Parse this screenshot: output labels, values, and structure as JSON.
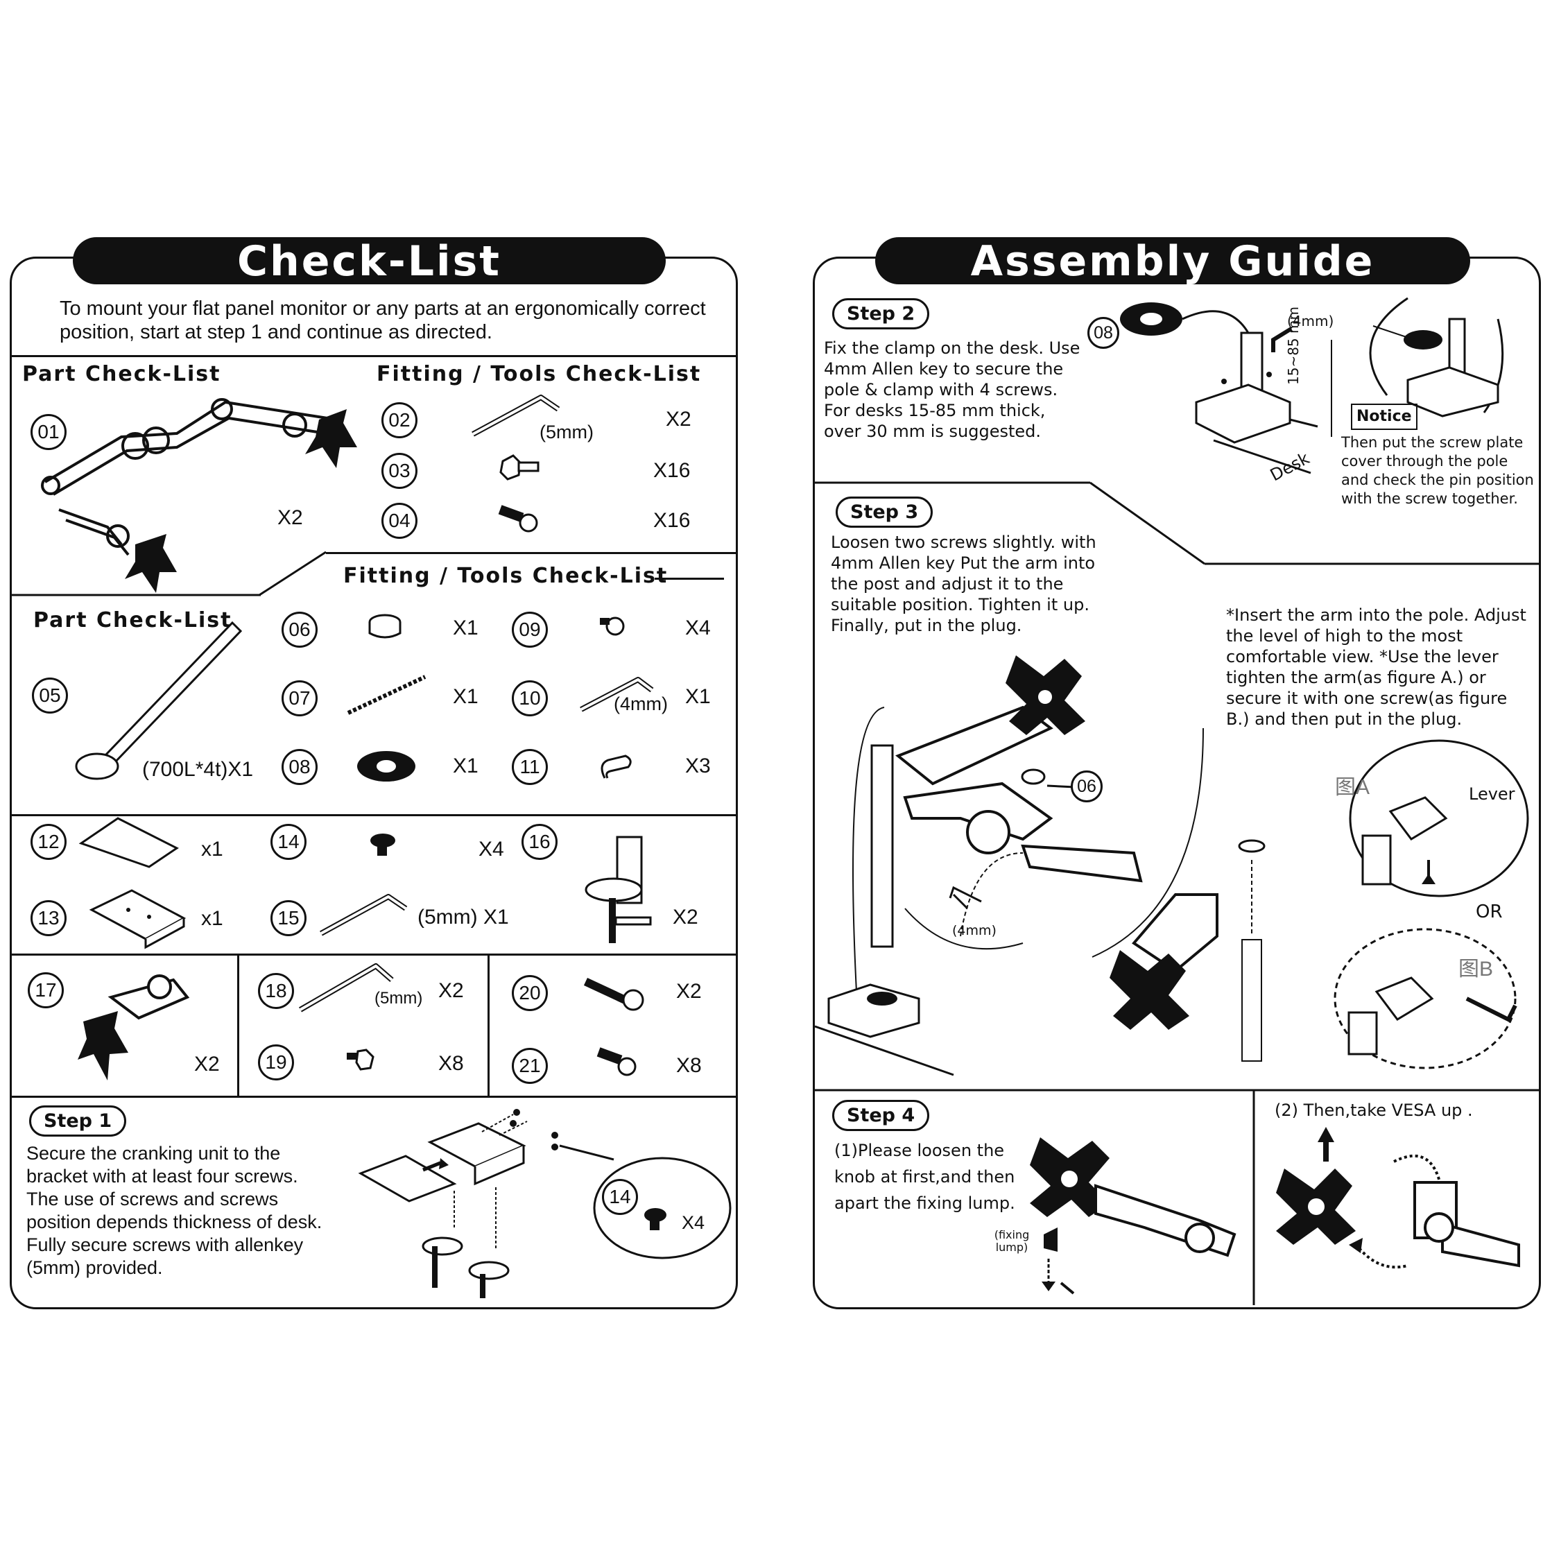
{
  "checklist": {
    "title": "Check-List",
    "intro": "To mount your flat panel monitor or any parts at an ergonomically correct position, start at step 1 and continue as directed.",
    "part_heading_1": "Part  Check-List",
    "fitting_heading_1": "Fitting / Tools  Check-List",
    "fitting_heading_2": "Fitting / Tools  Check-List",
    "part_heading_2": "Part  Check-List",
    "items": [
      {
        "id": "01",
        "label": "X2"
      },
      {
        "id": "02",
        "label": "X2",
        "note": "(5mm)"
      },
      {
        "id": "03",
        "label": "X16"
      },
      {
        "id": "04",
        "label": "X16"
      },
      {
        "id": "05",
        "label": "(700L*4t)X1"
      },
      {
        "id": "06",
        "label": "X1"
      },
      {
        "id": "07",
        "label": "X1"
      },
      {
        "id": "08",
        "label": "X1"
      },
      {
        "id": "09",
        "label": "X4"
      },
      {
        "id": "10",
        "label": "X1",
        "note": "(4mm)"
      },
      {
        "id": "11",
        "label": "X3"
      },
      {
        "id": "12",
        "label": "x1"
      },
      {
        "id": "13",
        "label": "x1"
      },
      {
        "id": "14",
        "label": "X4"
      },
      {
        "id": "15",
        "label": "(5mm) X1"
      },
      {
        "id": "16",
        "label": "X2"
      },
      {
        "id": "17",
        "label": "X2"
      },
      {
        "id": "18",
        "label": "X2",
        "note": "(5mm)"
      },
      {
        "id": "19",
        "label": "X8"
      },
      {
        "id": "20",
        "label": "X2"
      },
      {
        "id": "21",
        "label": "X8"
      }
    ],
    "step1": {
      "label": "Step 1",
      "text": "Secure the cranking unit to the bracket with at least four screws. The use of screws and screws position depends thickness of desk. Fully secure screws with allenkey (5mm) provided.",
      "callout_num": "14",
      "callout_qty": "X4"
    }
  },
  "assembly": {
    "title": "Assembly Guide",
    "step2": {
      "label": "Step 2",
      "text": "Fix the clamp on the desk. Use 4mm Allen key to secure the pole & clamp with 4 screws. For desks 15-85 mm thick, over 30 mm is suggested.",
      "part_num": "08",
      "key_size": "(4mm)",
      "thickness": "15~85 mm",
      "desk": "Desk",
      "notice": "Notice",
      "notice_text": "Then put the  screw plate cover  through the pole and check the pin position with the screw together."
    },
    "step3": {
      "label": "Step 3",
      "text": "Loosen two screws slightly. with 4mm Allen key  Put the arm into the post and adjust it to the suitable position. Tighten it up. Finally, put in the plug.",
      "part_num": "06",
      "key_size": "(4mm)",
      "note": "*Insert the arm  into the pole. Adjust the level of high to the most comfortable view. *Use the lever tighten the arm(as figure A.) or secure it with one screw(as figure B.) and then put in the plug.",
      "fig_a": "图A",
      "fig_b": "图B",
      "lever": "Lever",
      "or": "OR"
    },
    "step4": {
      "label": "Step 4",
      "text": "(1)Please loosen the knob at first,and then apart the fixing lump.",
      "fixing": "(fixing lump)",
      "then": "(2) Then,take VESA up ."
    }
  }
}
